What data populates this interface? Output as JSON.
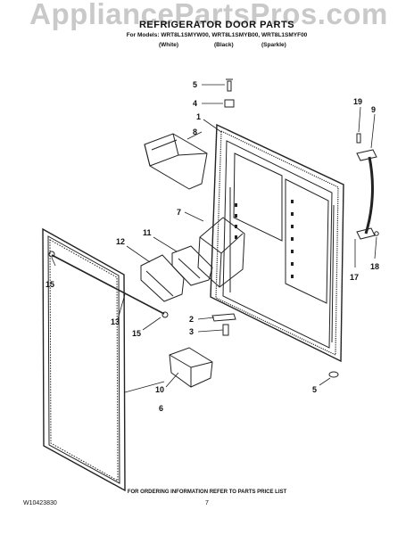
{
  "watermark": "AppliancePartsPros.com",
  "header": {
    "title": "REFRIGERATOR DOOR PARTS",
    "models": "For Models: WRT8L1SMYW00, WRT8L1SMYB00, WRT8L1SMYF00",
    "variants": [
      "(White)",
      "(Black)",
      "(Sparkle)"
    ]
  },
  "callouts": [
    "5",
    "4",
    "1",
    "8",
    "7",
    "11",
    "12",
    "15",
    "13",
    "15",
    "2",
    "3",
    "10",
    "6",
    "5",
    "19",
    "9",
    "17",
    "18"
  ],
  "footer": {
    "note": "FOR ORDERING INFORMATION REFER TO PARTS PRICE LIST",
    "doc_number": "W10423830",
    "page": "7"
  }
}
